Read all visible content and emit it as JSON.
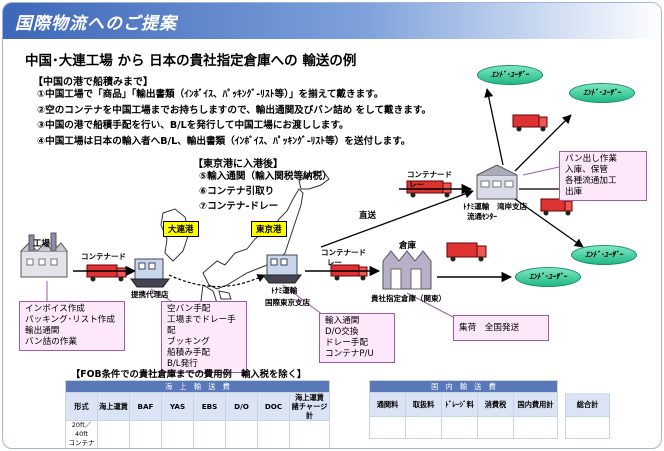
{
  "header": {
    "title": "国際物流へのご提案"
  },
  "subtitle": "中国･大連工場 から 日本の貴社指定倉庫への 輸送の例",
  "china_section": {
    "heading": "【中国の港で船積みまで】",
    "steps": [
      "①中国工場で「商品」「輸出書類（ｲﾝﾎﾞｲｽ、ﾊﾟｯｷﾝｸﾞ-ﾘｽﾄ等）」を揃えて戴きます。",
      "②空のコンテナを中国工場までお持ちしますので、輸出通関及びバン詰め をして戴きます。",
      "③中国の港で船積手配を行い、B/Lを発行して中国工場にお渡しします。",
      "④中国工場は日本の輸入者へB/L、輸出書類（ｲﾝﾎﾞｲｽ、ﾊﾟｯｷﾝｸﾞ-ﾘｽﾄ等）を送付します。"
    ]
  },
  "tokyo_section": {
    "heading": "【東京港に入港後】",
    "steps": [
      "⑤輸入通関（輸入関税等納税）",
      "⑥コンテナ引取り",
      "⑦コンテナ-ドレー"
    ]
  },
  "ports": {
    "dalian": "大連港",
    "tokyo": "東京港"
  },
  "nodes": {
    "factory": "工場",
    "agent": "提携代理店",
    "tokyo_branch_1": "ﾄﾅﾐ運輸",
    "tokyo_branch_2": "国際東京支店",
    "warehouse": "倉庫",
    "warehouse_caption": "貴社指定倉庫（関東）",
    "dist_center_1": "ﾄﾅﾐ運輸",
    "dist_center_2": "湾岸支店",
    "dist_center_3": "流通ｾﾝﾀｰ",
    "direct": "直送",
    "container_drayage": "コンテナード",
    "container_drayage_2": "レー"
  },
  "end_users": [
    "ｴﾝﾄﾞ･ﾕｰｻﾞｰ",
    "ｴﾝﾄﾞ･ﾕｰｻﾞｰ",
    "ｴﾝﾄﾞ･ﾕｰｻﾞｰ",
    "ｴﾝﾄﾞ･ﾕｰｻﾞｰ"
  ],
  "callouts": {
    "factory": [
      "インボイス作成",
      "パッキング･リスト作成",
      "輸出通関",
      "バン詰の作業"
    ],
    "agent": [
      "空バン手配",
      "工場までドレー手配",
      "ブッキング",
      "船積み手配",
      "B/L発行"
    ],
    "tokyo": [
      "輸入通関",
      "D/O交換",
      "ドレー手配",
      "コンテナP/U"
    ],
    "warehouse": [
      "集荷　全国発送"
    ],
    "dist_center": [
      "バン出し作業",
      "入庫、保管",
      "各種流通加工",
      "出庫"
    ]
  },
  "cost_table": {
    "title": "【FOB条件での貴社倉庫までの費用例　輸入税を除く】",
    "group_sea": "海　上　輸　送　費",
    "group_domestic": "国　内　輸　送　費",
    "sea_headers": [
      "形式",
      "海上運賃",
      "BAF",
      "YAS",
      "EBS",
      "D/O",
      "DOC",
      "海上運賃\n諸チャージ計"
    ],
    "domestic_headers": [
      "通関料",
      "取扱料",
      "ﾄﾞﾚｰｼﾞ料",
      "消費税",
      "国内費用計"
    ],
    "total_header": "総合計",
    "row_label": "20ft／40ft\nコンテナ"
  },
  "colors": {
    "header_start": "#3d67b8",
    "callout_fill": "#fde8fb",
    "ellipse_fill": "#20b884",
    "arrow": "#000000",
    "port_tag": "#ffff00"
  }
}
